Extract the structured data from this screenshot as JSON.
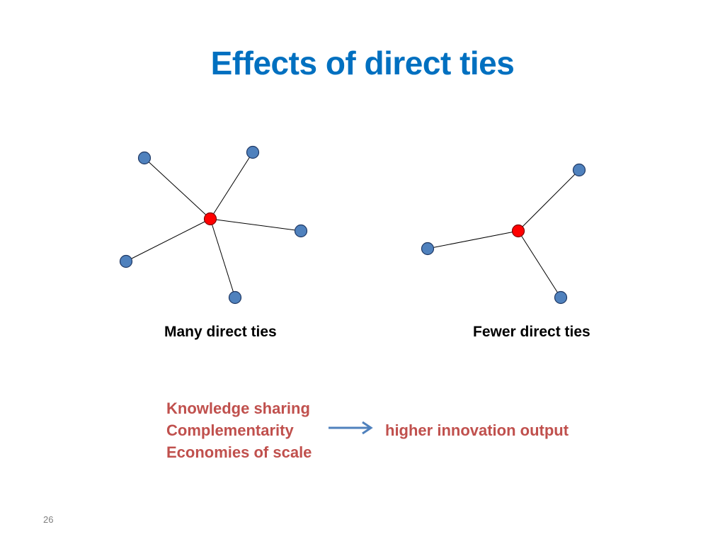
{
  "slide": {
    "title": "Effects of direct ties",
    "page_number": "26"
  },
  "diagrams": {
    "many": {
      "label": "Many direct ties"
    },
    "fewer": {
      "label": "Fewer direct ties"
    }
  },
  "effects": {
    "items": [
      "Knowledge sharing",
      "Complementarity",
      "Economies of scale"
    ],
    "result": "higher innovation output"
  },
  "colors": {
    "title": "#0070c0",
    "center_node": "#ff0000",
    "peripheral_node": "#4f81bd",
    "effects_text": "#c0504d",
    "arrow": "#4f81bd"
  }
}
